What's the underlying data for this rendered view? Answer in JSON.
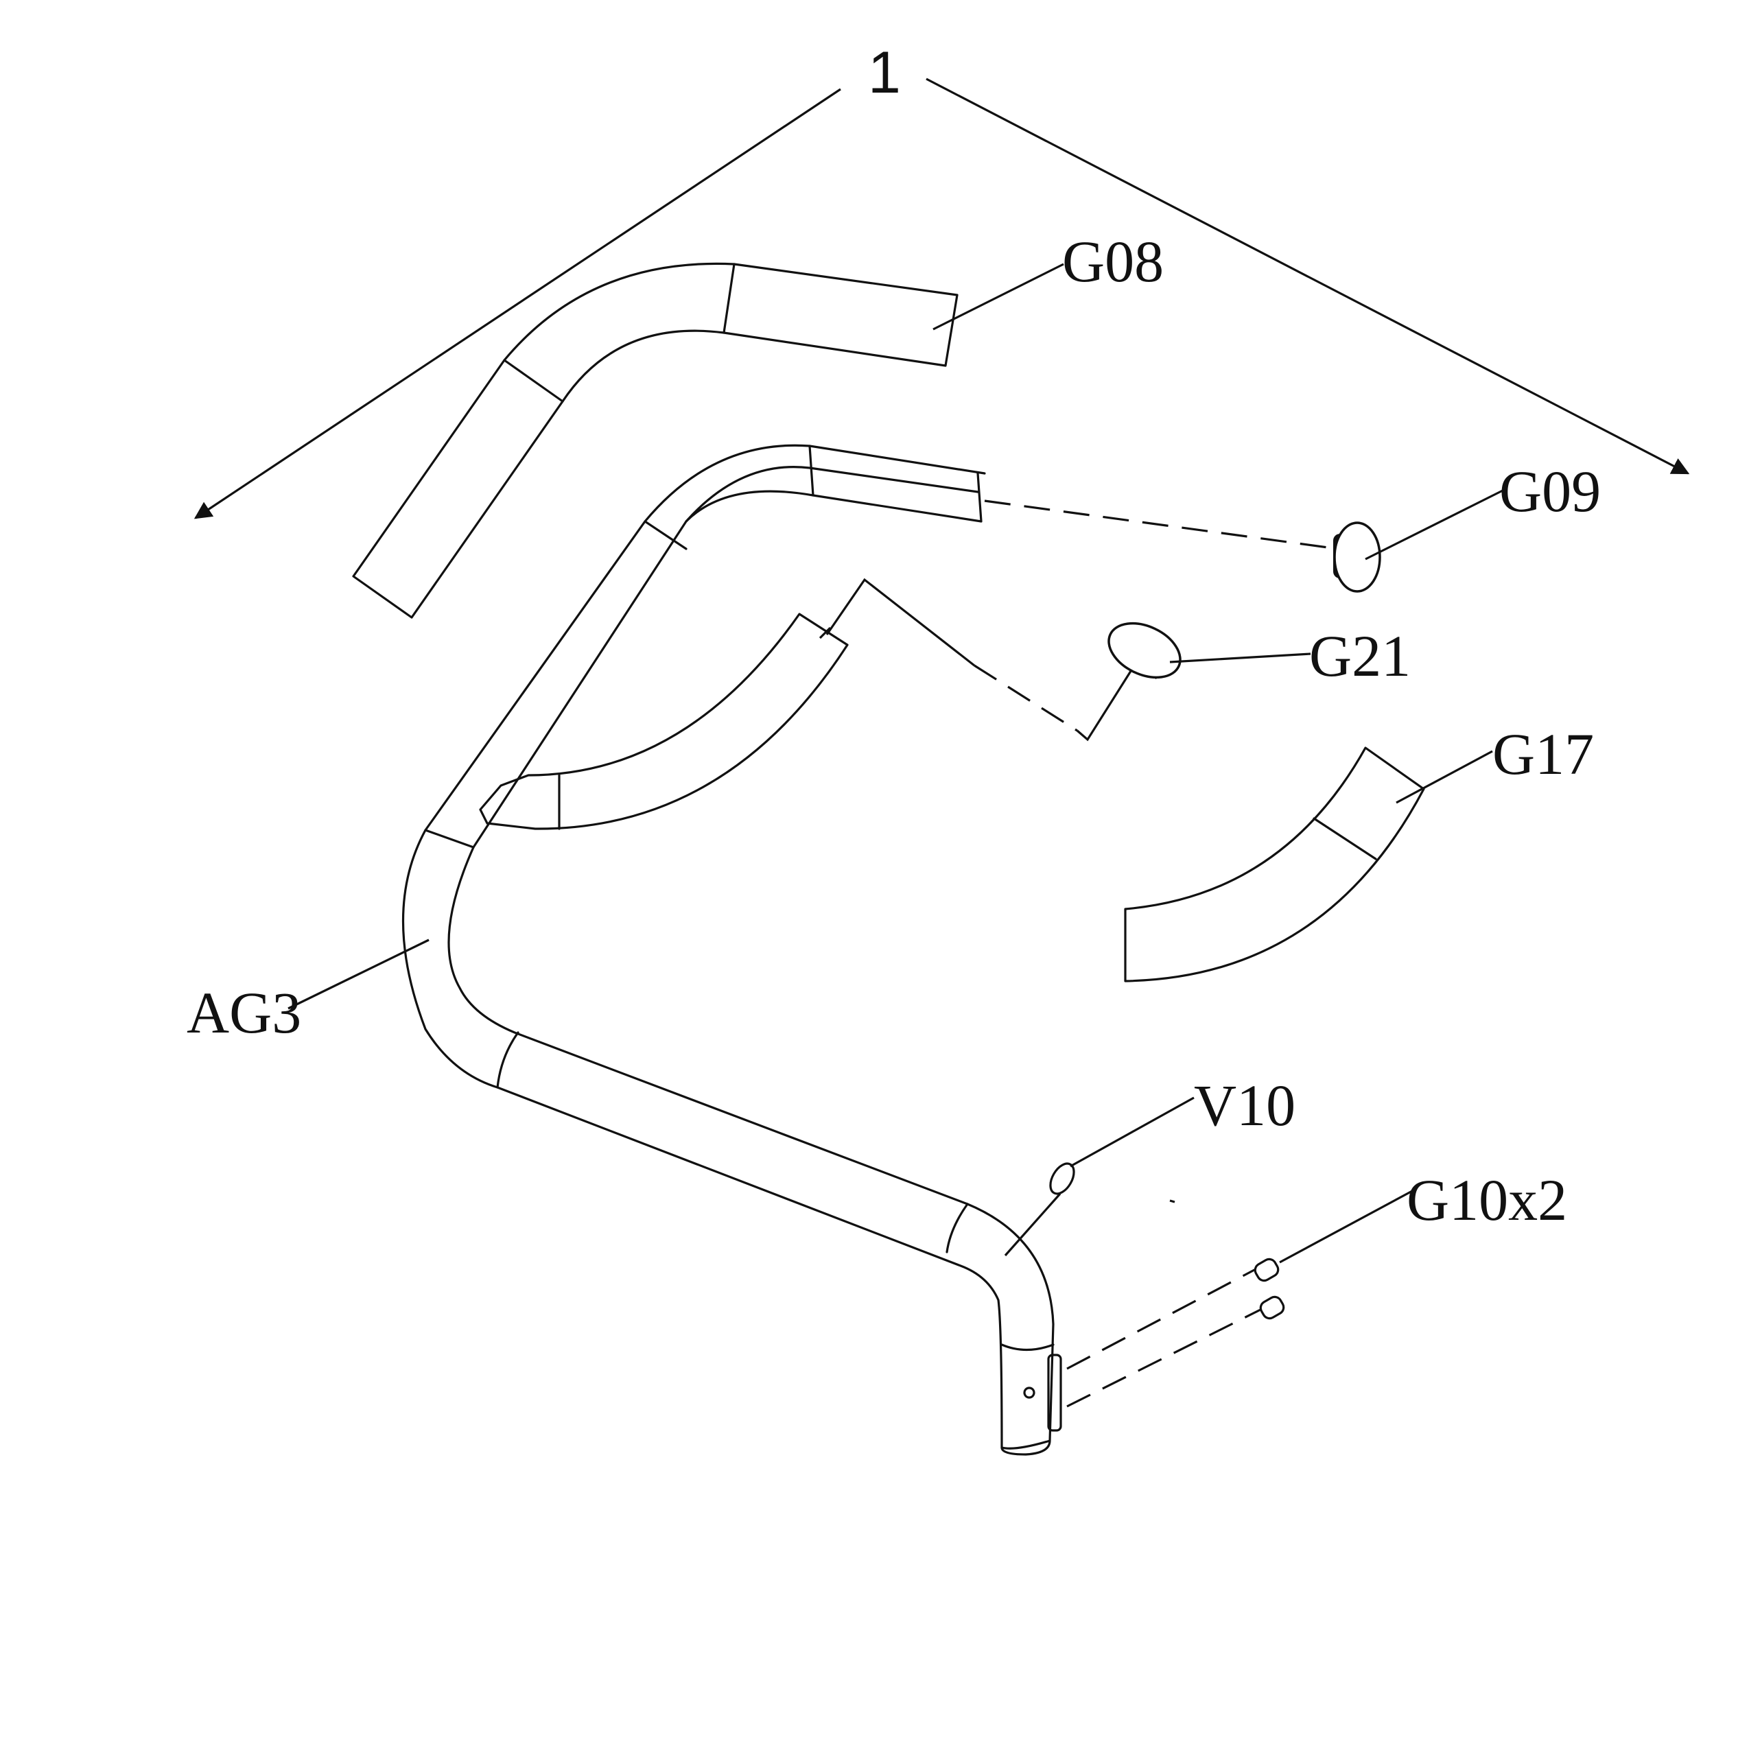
{
  "labels": {
    "assembly": "1",
    "g08": "G08",
    "g09": "G09",
    "g21": "G21",
    "g17": "G17",
    "ag3": "AG3",
    "v10": "V10",
    "g10": "G10x2"
  }
}
